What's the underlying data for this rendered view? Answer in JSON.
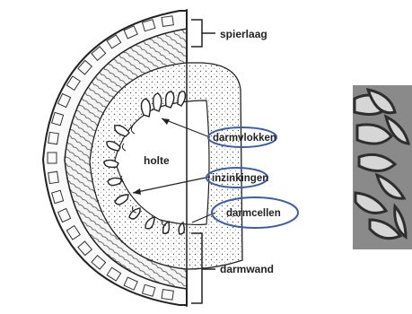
{
  "labels": {
    "spierlaag": "spierlaag",
    "darmvlokken": "darmvlokken",
    "holte": "holte",
    "inzinkingen": "inzinkingen",
    "darmcellen": "darmcellen",
    "darmwand": "darmwand"
  },
  "colors": {
    "ink": "#222222",
    "highlight": "#3a5fa8",
    "photo_light": "#d8d8d8",
    "photo_dark": "#3a3a3a"
  }
}
